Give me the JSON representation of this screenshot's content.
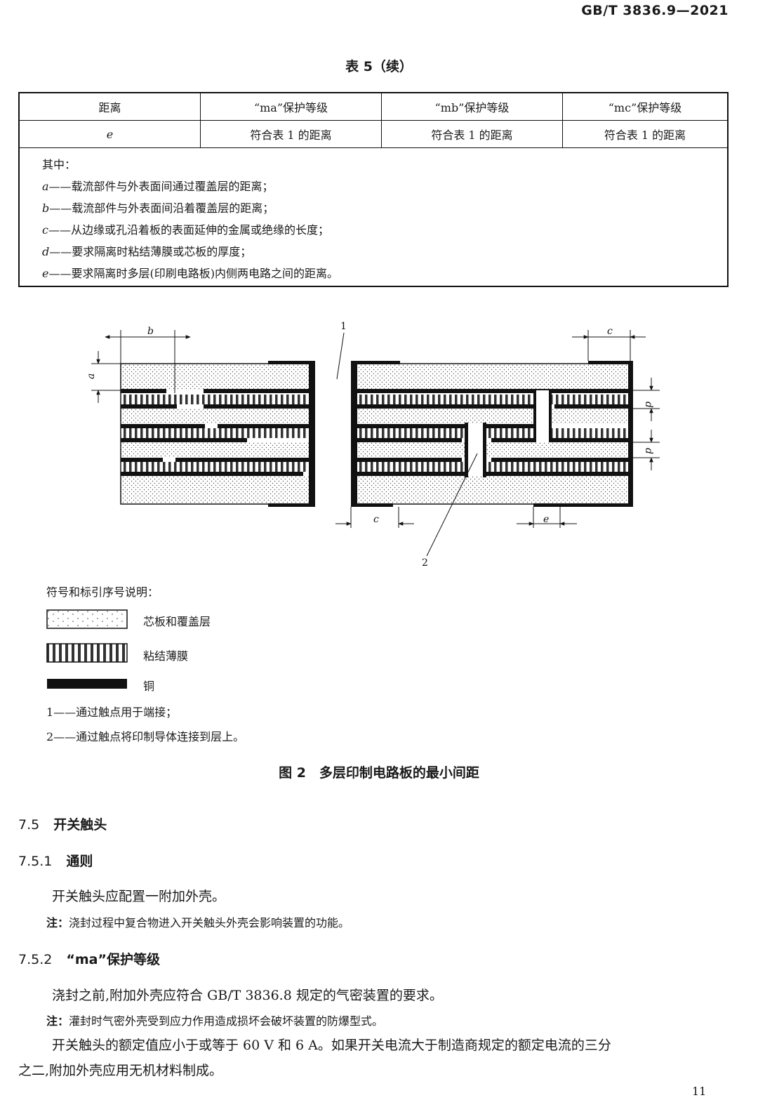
{
  "header": {
    "standard_code": "GB/T 3836.9—2021"
  },
  "table": {
    "caption": "表 5（续）",
    "headers": [
      "距离",
      "“ma”保护等级",
      "“mb”保护等级",
      "“mc”保护等级"
    ],
    "row": [
      "e",
      "符合表 1 的距离",
      "符合表 1 的距离",
      "符合表 1 的距离"
    ],
    "notes_intro": "其中：",
    "notes": [
      {
        "sym": "a",
        "text": "——载流部件与外表面间通过覆盖层的距离；"
      },
      {
        "sym": "b",
        "text": "——载流部件与外表面间沿着覆盖层的距离；"
      },
      {
        "sym": "c",
        "text": "——从边缘或孔沿着板的表面延伸的金属或绝缘的长度；"
      },
      {
        "sym": "d",
        "text": "——要求隔离时粘结薄膜或芯板的厚度；"
      },
      {
        "sym": "e",
        "text": "——要求隔离时多层(印刷电路板)内侧两电路之间的距离。"
      }
    ]
  },
  "figure": {
    "labels": {
      "b": "b",
      "a": "a",
      "c": "c",
      "d": "d",
      "e": "e",
      "ref1": "1",
      "ref2": "2"
    },
    "legend_title": "符号和标引序号说明：",
    "legend": [
      {
        "icon": "dotted-pattern",
        "label": "芯板和覆盖层"
      },
      {
        "icon": "striped-pattern",
        "label": "粘结薄膜"
      },
      {
        "icon": "solid-black",
        "label": "铜"
      }
    ],
    "refs": [
      "1——通过触点用于端接；",
      "2——通过触点将印制导体连接到层上。"
    ],
    "title": "图 2　多层印制电路板的最小间距"
  },
  "sections": {
    "s75": {
      "num": "7.5",
      "title": "开关触头"
    },
    "s751": {
      "num": "7.5.1",
      "title": "通则"
    },
    "p751": "开关触头应配置一附加外壳。",
    "n751_label": "注：",
    "n751_text": "浇封过程中复合物进入开关触头外壳会影响装置的功能。",
    "s752": {
      "num": "7.5.2",
      "title": "“ma”保护等级"
    },
    "p752a": "浇封之前,附加外壳应符合 GB/T 3836.8 规定的气密装置的要求。",
    "n752_label": "注：",
    "n752_text": "灌封时气密外壳受到应力作用造成损坏会破坏装置的防爆型式。",
    "p752b_line1": "开关触头的额定值应小于或等于 60 V 和 6 A。如果开关电流大于制造商规定的额定电流的三分",
    "p752b_line2": "之二,附加外壳应用无机材料制成。"
  },
  "footer": {
    "page_number": "11"
  }
}
